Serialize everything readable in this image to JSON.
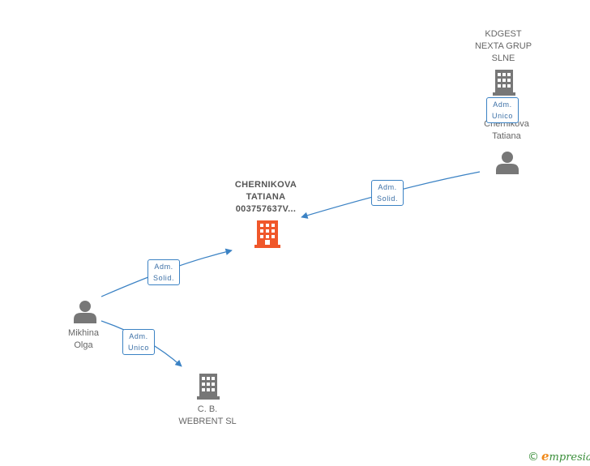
{
  "nodes": {
    "main": {
      "line1": "CHERNIKOVA",
      "line2": "TATIANA",
      "line3": "003757637V..."
    },
    "kdgest": {
      "line1": "KDGEST",
      "line2": "NEXTA GRUP",
      "line3": "SLNE"
    },
    "chernikova_person": {
      "line1": "Chernikova",
      "line2": "Tatiana"
    },
    "mikhina": {
      "line1": "Mikhina",
      "line2": "Olga"
    },
    "webrent": {
      "line1": "C. B.",
      "line2": "WEBRENT SL"
    }
  },
  "relations": {
    "kdgest_admin": {
      "line1": "Adm.",
      "line2": "Unico"
    },
    "chernikova_to_main": {
      "line1": "Adm.",
      "line2": "Solid."
    },
    "mikhina_to_main": {
      "line1": "Adm.",
      "line2": "Solid."
    },
    "mikhina_to_webrent": {
      "line1": "Adm.",
      "line2": "Unico"
    }
  },
  "footer": {
    "copyright": "©",
    "brand_initial": "e",
    "brand_rest": "mpresia"
  },
  "colors": {
    "main_company": "#f0572a",
    "company": "#777777",
    "person": "#777777",
    "edge": "#3b82c4"
  }
}
